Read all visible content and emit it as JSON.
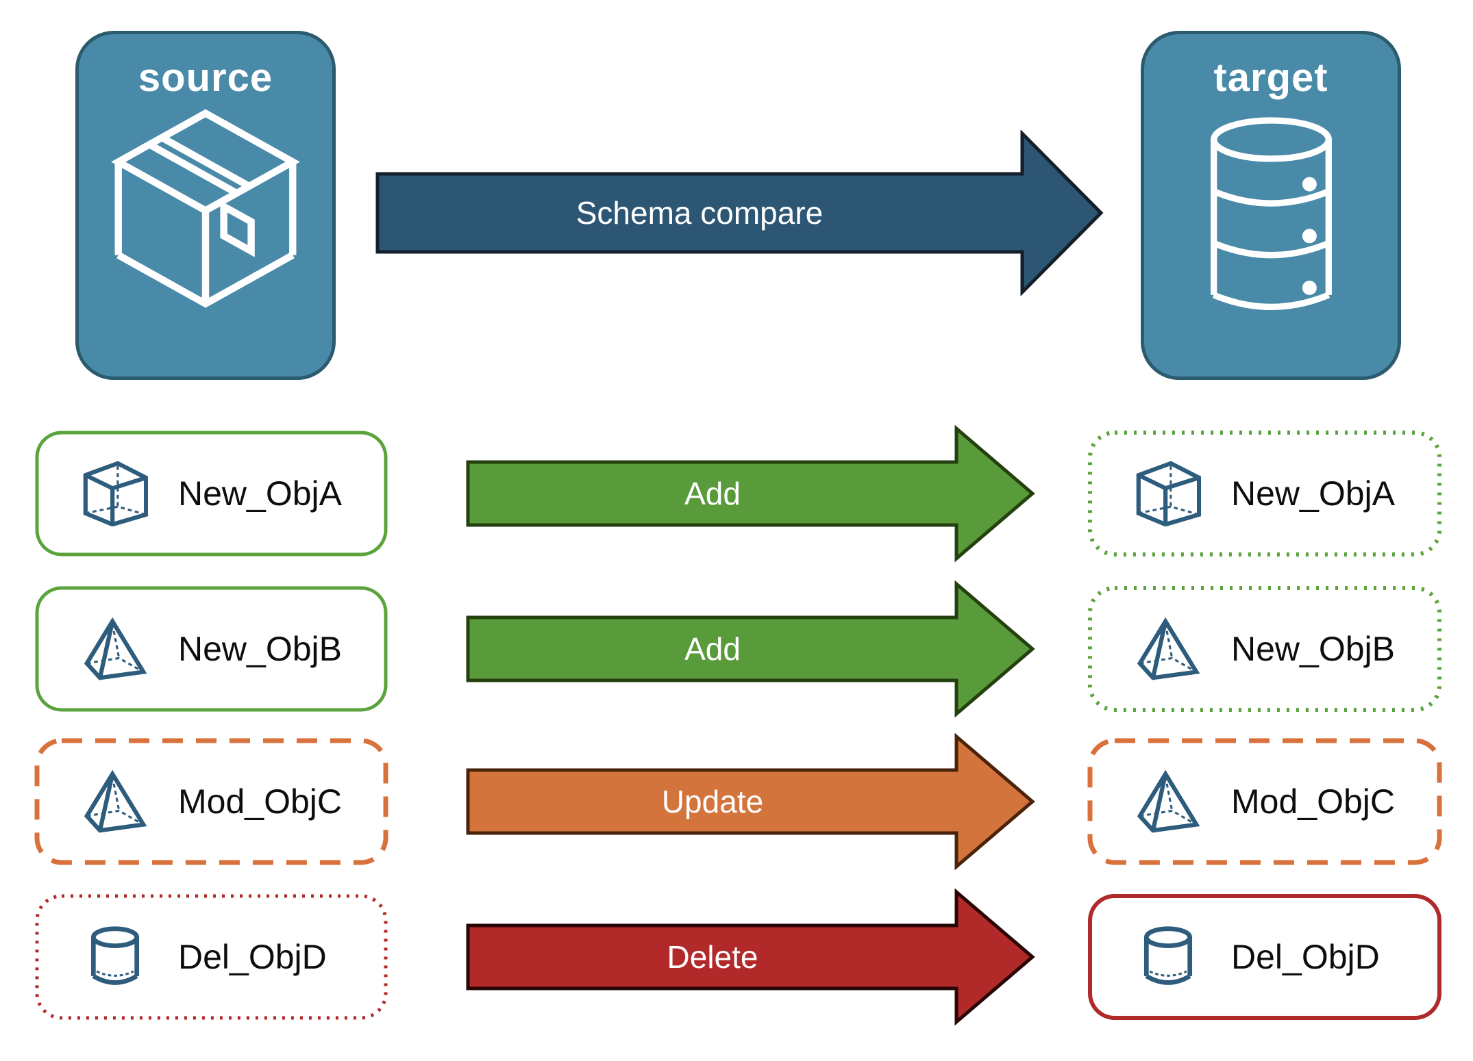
{
  "diagram": {
    "source": {
      "label": "source",
      "icon": "package-box-icon"
    },
    "target": {
      "label": "target",
      "icon": "database-icon"
    },
    "compare": {
      "label": "Schema compare"
    }
  },
  "rows": [
    {
      "object": "New_ObjA",
      "action": "Add",
      "icon": "cube-icon",
      "arrow": {
        "fill": "#599B3B",
        "stroke": "#24400F"
      },
      "source_box": {
        "style": "solid",
        "stroke": "#5BA33C",
        "dash": "none",
        "stroke_width": "5"
      },
      "target_box": {
        "style": "dotted",
        "stroke": "#5BA33C",
        "dash": "4 10",
        "stroke_width": "6"
      }
    },
    {
      "object": "New_ObjB",
      "action": "Add",
      "icon": "pyramid-icon",
      "arrow": {
        "fill": "#599B3B",
        "stroke": "#24400F"
      },
      "source_box": {
        "style": "solid",
        "stroke": "#5BA33C",
        "dash": "none",
        "stroke_width": "5"
      },
      "target_box": {
        "style": "dotted",
        "stroke": "#5BA33C",
        "dash": "4 10",
        "stroke_width": "6"
      }
    },
    {
      "object": "Mod_ObjC",
      "action": "Update",
      "icon": "pyramid-icon",
      "arrow": {
        "fill": "#D3743C",
        "stroke": "#4A230B"
      },
      "source_box": {
        "style": "dashed",
        "stroke": "#D9713C",
        "dash": "30 19",
        "stroke_width": "7"
      },
      "target_box": {
        "style": "dashed",
        "stroke": "#D9713C",
        "dash": "30 19",
        "stroke_width": "7"
      }
    },
    {
      "object": "Del_ObjD",
      "action": "Delete",
      "icon": "cylinder-icon",
      "arrow": {
        "fill": "#B12929",
        "stroke": "#290606"
      },
      "source_box": {
        "style": "dotted",
        "stroke": "#B12A2A",
        "dash": "4 9",
        "stroke_width": "5"
      },
      "target_box": {
        "style": "solid",
        "stroke": "#B12A2A",
        "dash": "none",
        "stroke_width": "6"
      }
    }
  ],
  "colors": {
    "background": "#FFFFFF",
    "panel_fill": "#4A8AA9",
    "panel_border": "#2B5B6E",
    "compare_arrow_fill": "#2D5674",
    "compare_arrow_stroke": "#131F2B",
    "icon_blue": "#2E5C7D",
    "label_text": "#0D0D0D",
    "green": "#5BA33C",
    "orange": "#D9713C",
    "red": "#B12A2A"
  }
}
